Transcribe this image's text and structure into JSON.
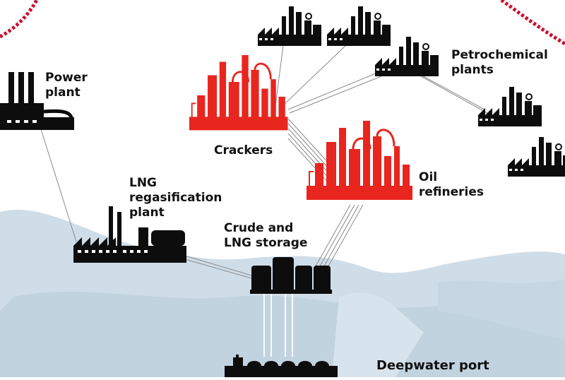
{
  "colors": {
    "sea": "#cfdde8",
    "dark": "#0d0d0d",
    "red": "#e8251e",
    "pipe": "#8a8a8a",
    "border_dash": "#c8102e"
  },
  "labels": {
    "power_plant": [
      "Power",
      "plant"
    ],
    "petrochemical_plants": [
      "Petrochemical",
      "plants"
    ],
    "crackers": [
      "Crackers"
    ],
    "oil_refineries": [
      "Oil",
      "refineries"
    ],
    "lng_regasification": [
      "LNG",
      "regasification",
      "plant"
    ],
    "crude_lng_storage": [
      "Crude and",
      "LNG storage"
    ],
    "deepwater_port": [
      "Deepwater port"
    ]
  }
}
